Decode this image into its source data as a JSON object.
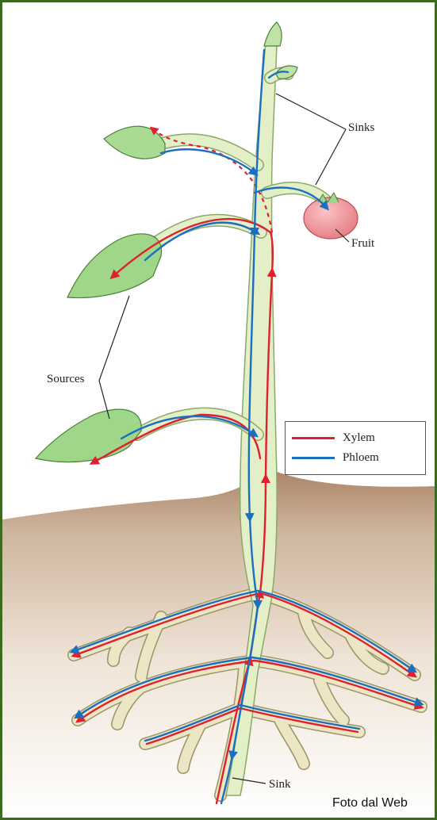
{
  "labels": {
    "sinks": "Sinks",
    "fruit": "Fruit",
    "sources": "Sources",
    "sink": "Sink"
  },
  "legend": {
    "xylem": {
      "label": "Xylem",
      "color": "#e0202e"
    },
    "phloem": {
      "label": "Phloem",
      "color": "#1a6fc0"
    }
  },
  "credit": "Foto dal Web",
  "colors": {
    "frame": "#3d6b1e",
    "stem": "#e3efc6",
    "stem_outline": "#8aa86a",
    "leaf": "#9ed68a",
    "soil_top": "#b8906f",
    "soil_bottom": "#f7f1ea",
    "root": "#ece6c4",
    "fruit": "#f08a90"
  }
}
